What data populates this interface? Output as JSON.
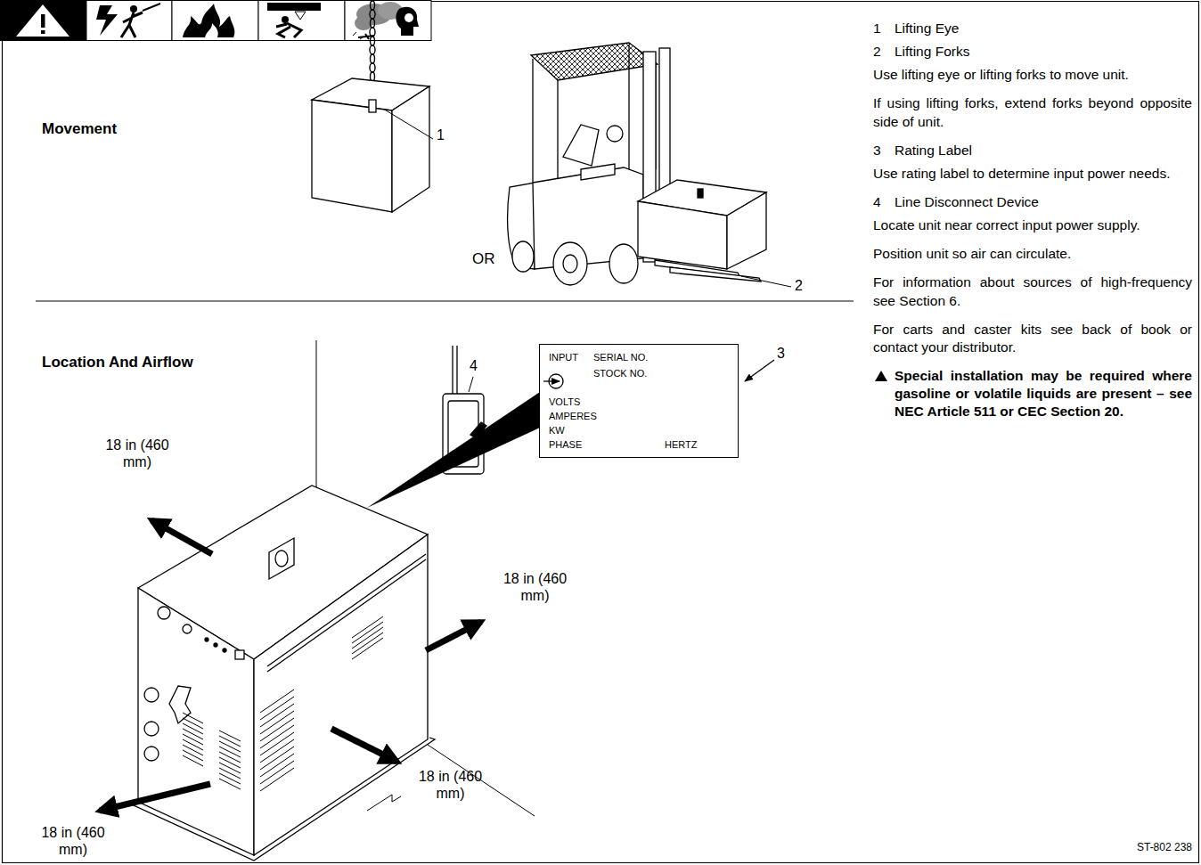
{
  "diagram": {
    "nodes": [
      {
        "text": [
          "INPUT",
          "SERIAL NO.",
          "STOCK NO.",
          "VOLTS",
          "AMPERES",
          "KW",
          "PHASE",
          "HERTZ"
        ]
      }
    ],
    "labels": [
      "Movement",
      "1",
      "OR",
      "2",
      "Location And Airflow",
      "4",
      "3",
      "18 in (460 mm)",
      "18 in (460 mm)",
      "18 in (460 mm)",
      "18 in (460 mm)",
      "1",
      "Lifting Eye",
      "2",
      "Lifting Forks",
      "Use lifting eye or lifting forks to move unit.",
      "If using lifting forks, extend forks beyond opposite side of unit.",
      "3",
      "Rating Label",
      "Use rating label to determine input power needs.",
      "4",
      "Line Disconnect Device",
      "Locate unit near correct input power supply.",
      "Position unit so air can circulate.",
      "For information about sources of high-frequency see Section 6.",
      "For carts and caster kits see back of book or contact your distributor.",
      "Special installation may be required where gasoline or volatile liquids are present – see NEC Article 511 or CEC Section 20.",
      "ST-802 238"
    ]
  }
}
